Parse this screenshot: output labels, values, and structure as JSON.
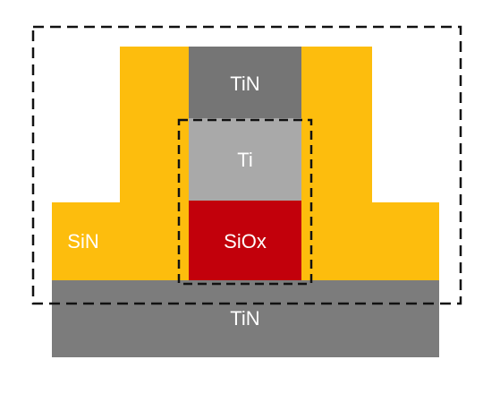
{
  "diagram": {
    "labels": {
      "tin_top": "TiN",
      "ti": "Ti",
      "siox": "SiOx",
      "sin": "SiN",
      "tin_bottom": "TiN"
    },
    "colors": {
      "background": "#ffffff",
      "sin": "#fdbd0d",
      "tin_top": "#757575",
      "ti": "#a9a9a9",
      "siox": "#c2000b",
      "tin_bottom": "#7c7c7c",
      "label_text": "#ffffff",
      "dashed_outline": "#111111"
    }
  }
}
